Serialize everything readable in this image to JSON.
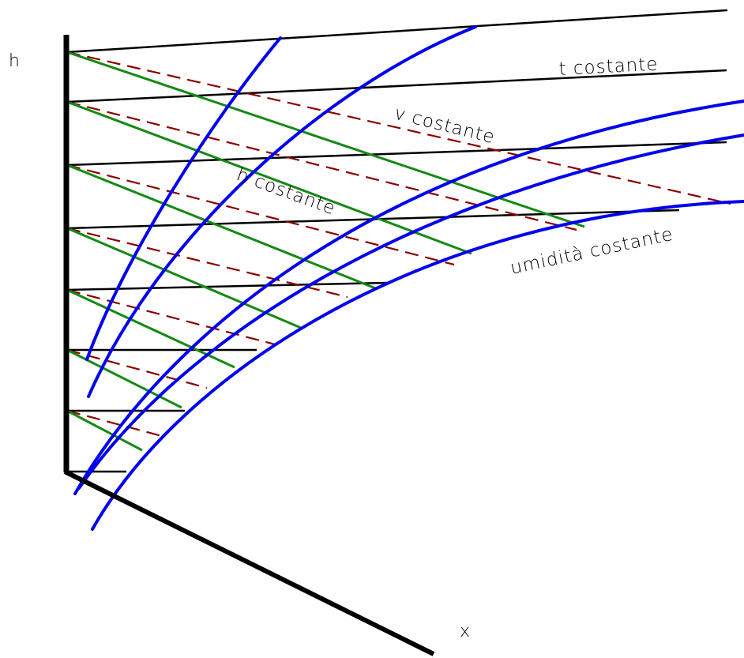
{
  "labels": {
    "h_axis": "h",
    "x_axis": "x",
    "t_const": "t costante",
    "v_const": "v costante",
    "h_const": "h costante",
    "phi_const": "umidità costante"
  },
  "colors": {
    "axis": "#000000",
    "isotherm": "#000000",
    "isenthalpic": "#138a13",
    "isochoric": "#8b0000",
    "humidity": "#0000ee",
    "background": "#ffffff"
  }
}
